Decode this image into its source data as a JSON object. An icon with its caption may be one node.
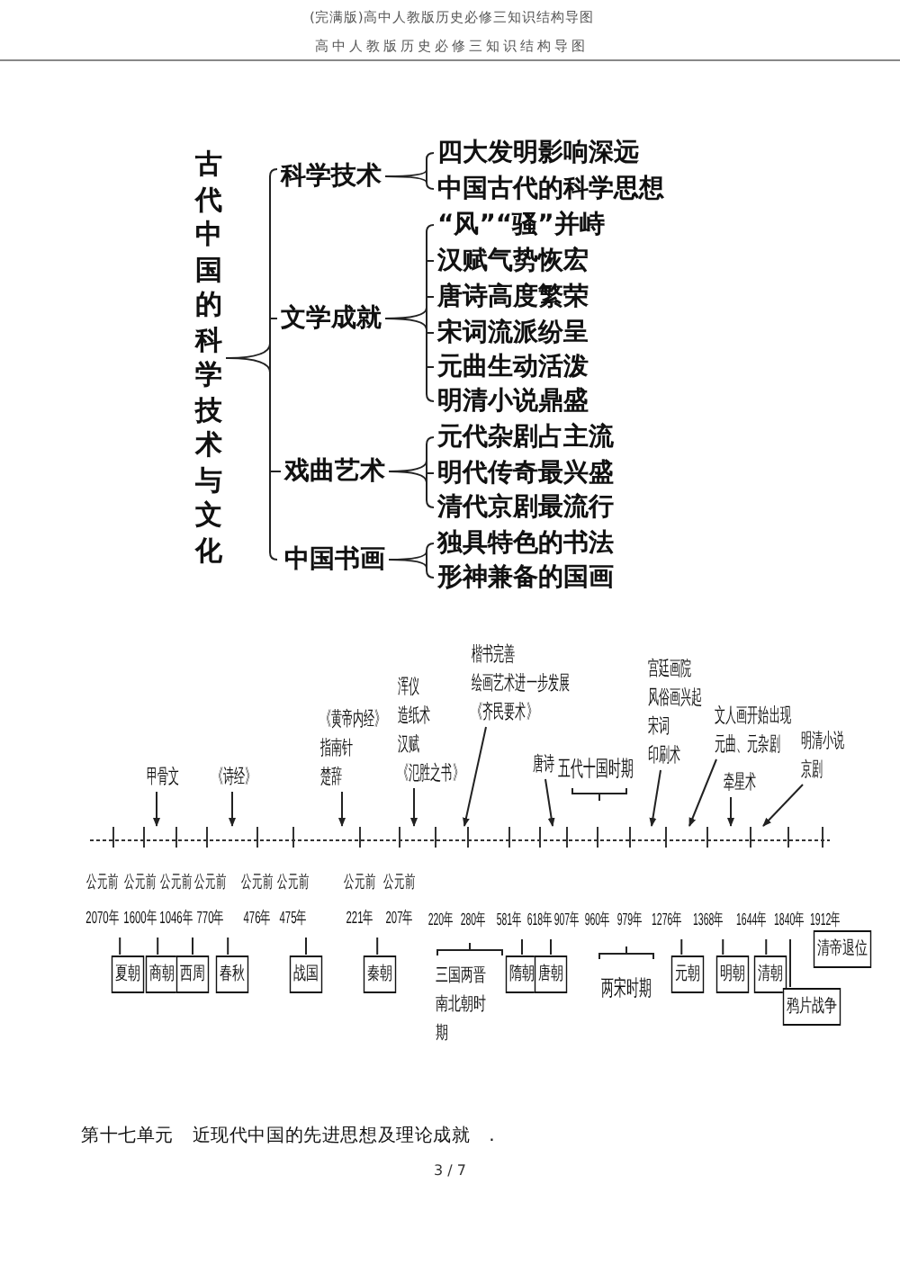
{
  "diagram": {
    "nodes": [
      {
        "text": [
          "古代中国的科学技术与文化"
        ]
      },
      {
        "text": [
          "科学技术"
        ]
      },
      {
        "text": [
          "四大发明影响深远"
        ]
      },
      {
        "text": [
          "中国古代的科学思想"
        ]
      },
      {
        "text": [
          "文学成就"
        ]
      },
      {
        "text": [
          "“风”“骚”并峙"
        ]
      },
      {
        "text": [
          "汉赋气势恢宏"
        ]
      },
      {
        "text": [
          "唐诗高度繁荣"
        ]
      },
      {
        "text": [
          "宋词流派纷呈"
        ]
      },
      {
        "text": [
          "元曲生动活泼"
        ]
      },
      {
        "text": [
          "明清小说鼎盛"
        ]
      },
      {
        "text": [
          "戏曲艺术"
        ]
      },
      {
        "text": [
          "元代杂剧占主流"
        ]
      },
      {
        "text": [
          "明代传奇最兴盛"
        ]
      },
      {
        "text": [
          "清代京剧最流行"
        ]
      },
      {
        "text": [
          "中国书画"
        ]
      },
      {
        "text": [
          "独具特色的书法"
        ]
      },
      {
        "text": [
          "形神兼备的国画"
        ]
      },
      {
        "text": [
          "甲骨文"
        ]
      },
      {
        "text": [
          "《诗经》"
        ]
      },
      {
        "text": [
          "《黄帝内经》",
          "指南针",
          "楚辞"
        ]
      },
      {
        "text": [
          "浑仪",
          "造纸术",
          "汉赋",
          "《氾胜之书》"
        ]
      },
      {
        "text": [
          "楷书完善",
          "绘画艺术进一步发展",
          "《齐民要术》"
        ]
      },
      {
        "text": [
          "唐诗"
        ]
      },
      {
        "text": [
          "宫廷画院",
          "风俗画兴起",
          "宋词",
          "印刷术"
        ]
      },
      {
        "text": [
          "文人画开始出现",
          "元曲、元杂剧"
        ]
      },
      {
        "text": [
          "牵星术"
        ]
      },
      {
        "text": [
          "明清小说",
          "京剧"
        ]
      },
      {
        "text": [
          "夏朝"
        ]
      },
      {
        "text": [
          "商朝"
        ]
      },
      {
        "text": [
          "西周"
        ]
      },
      {
        "text": [
          "春秋"
        ]
      },
      {
        "text": [
          "战国"
        ]
      },
      {
        "text": [
          "秦朝"
        ]
      },
      {
        "text": [
          "隋朝"
        ]
      },
      {
        "text": [
          "唐朝"
        ]
      },
      {
        "text": [
          "元朝"
        ]
      },
      {
        "text": [
          "明朝"
        ]
      },
      {
        "text": [
          "清朝"
        ]
      },
      {
        "text": [
          "清帝退位"
        ]
      },
      {
        "text": [
          "鸦片战争"
        ]
      },
      {
        "text": [
          "公元前2070年"
        ]
      },
      {
        "text": [
          "公元前1600年"
        ]
      },
      {
        "text": [
          "公元前1046年"
        ]
      },
      {
        "text": [
          "公元前770年"
        ]
      },
      {
        "text": [
          "公元前475年"
        ]
      },
      {
        "text": [
          "公元前221年"
        ]
      },
      {
        "text": [
          "581年"
        ]
      },
      {
        "text": [
          "618年"
        ]
      },
      {
        "text": [
          "1276年"
        ]
      },
      {
        "text": [
          "1368年"
        ]
      },
      {
        "text": [
          "1644年"
        ]
      },
      {
        "text": [
          "1840年"
        ]
      },
      {
        "text": [],
        "shape": "bar"
      }
    ],
    "edges": [
      {
        "from": 0,
        "to": 1,
        "arrow": "none"
      },
      {
        "from": 0,
        "to": 4,
        "arrow": "none"
      },
      {
        "from": 0,
        "to": 11,
        "arrow": "none"
      },
      {
        "from": 0,
        "to": 15,
        "arrow": "none"
      },
      {
        "from": 1,
        "to": 2,
        "arrow": "none"
      },
      {
        "from": 1,
        "to": 3,
        "arrow": "none"
      },
      {
        "from": 4,
        "to": 5,
        "arrow": "none"
      },
      {
        "from": 4,
        "to": 6,
        "arrow": "none"
      },
      {
        "from": 4,
        "to": 7,
        "arrow": "none"
      },
      {
        "from": 4,
        "to": 8,
        "arrow": "none"
      },
      {
        "from": 4,
        "to": 9,
        "arrow": "none"
      },
      {
        "from": 4,
        "to": 10,
        "arrow": "none"
      },
      {
        "from": 11,
        "to": 12,
        "arrow": "none"
      },
      {
        "from": 11,
        "to": 13,
        "arrow": "none"
      },
      {
        "from": 11,
        "to": 14,
        "arrow": "none"
      },
      {
        "from": 15,
        "to": 16,
        "arrow": "none"
      },
      {
        "from": 15,
        "to": 17,
        "arrow": "none"
      },
      {
        "from": 18,
        "to": 53,
        "arrow": "to"
      },
      {
        "from": 19,
        "to": 53,
        "arrow": "to"
      },
      {
        "from": 20,
        "to": 53,
        "arrow": "to"
      },
      {
        "from": 21,
        "to": 53,
        "arrow": "to"
      },
      {
        "from": 22,
        "to": 53,
        "arrow": "to"
      },
      {
        "from": 23,
        "to": 53,
        "arrow": "to"
      },
      {
        "from": 24,
        "to": 53,
        "arrow": "to"
      },
      {
        "from": 25,
        "to": 53,
        "arrow": "to"
      },
      {
        "from": 26,
        "to": 53,
        "arrow": "to"
      },
      {
        "from": 27,
        "to": 53,
        "arrow": "to"
      },
      {
        "from": 41,
        "to": 28,
        "arrow": "none"
      },
      {
        "from": 42,
        "to": 29,
        "arrow": "none"
      },
      {
        "from": 43,
        "to": 30,
        "arrow": "none"
      },
      {
        "from": 44,
        "to": 31,
        "arrow": "none"
      },
      {
        "from": 45,
        "to": 32,
        "arrow": "none"
      },
      {
        "from": 46,
        "to": 33,
        "arrow": "none"
      },
      {
        "from": 47,
        "to": 34,
        "arrow": "none"
      },
      {
        "from": 48,
        "to": 35,
        "arrow": "none"
      },
      {
        "from": 49,
        "to": 36,
        "arrow": "none"
      },
      {
        "from": 50,
        "to": 37,
        "arrow": "none"
      },
      {
        "from": 51,
        "to": 38,
        "arrow": "none"
      },
      {
        "from": 52,
        "to": 40,
        "arrow": "none"
      }
    ],
    "labels": [
      "(完满版)高中人教版历史必修三知识结构导图",
      "高中人教版历史必修三知识结构导图",
      "五代十国时期",
      "公元前476年",
      "公元前207年",
      "220年",
      "280年",
      "907年",
      "960年",
      "979年",
      "1912年",
      "三国两晋南北朝时期",
      "两宋时期",
      "第十七单元　近现代中国的先进思想及理论成就　.",
      "3 / 7"
    ]
  }
}
